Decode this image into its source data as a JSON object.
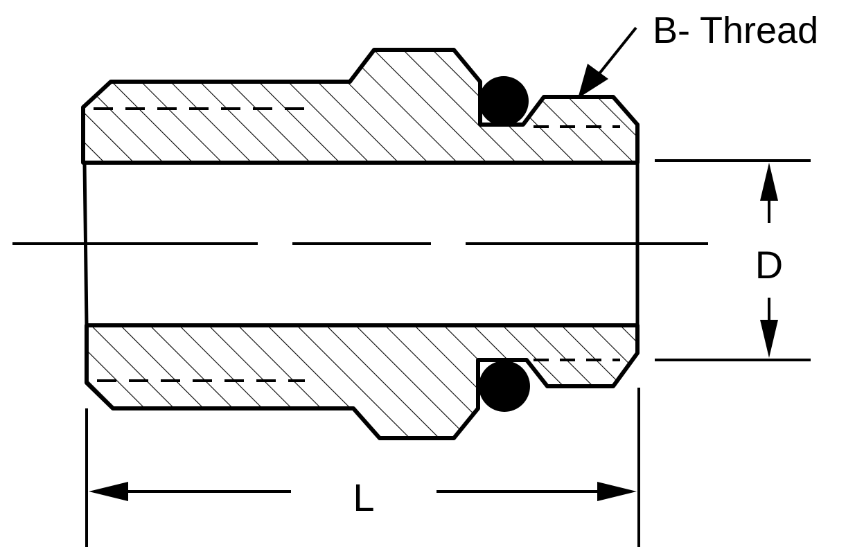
{
  "labels": {
    "thread": "B- Thread",
    "diameter": "D",
    "length": "L"
  },
  "colors": {
    "ink": "#000000",
    "paper": "#ffffff"
  }
}
